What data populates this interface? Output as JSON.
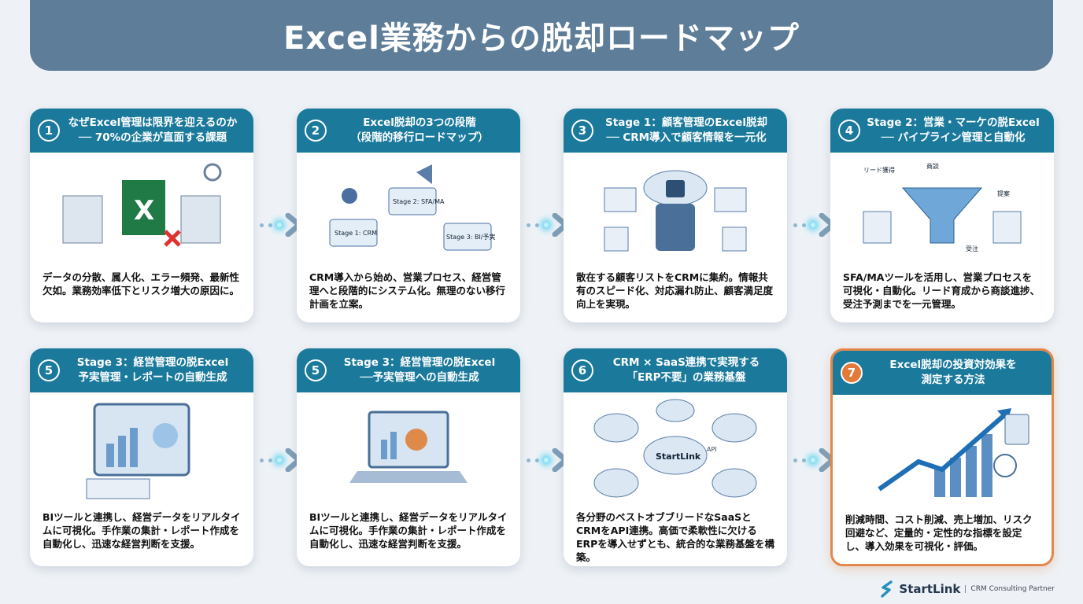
{
  "title": "Excel業務からの脱却ロードマップ",
  "cards": [
    {
      "num": "1",
      "line1": "なぜExcel管理は限界を迎えるのか",
      "line2": "── 70%の企業が直面する課題",
      "desc": "データの分散、属人化、エラー頻発、最新性欠如。業務効率低下とリスク増大の原因に。",
      "labels": [
        "X"
      ]
    },
    {
      "num": "2",
      "line1": "Excel脱却の3つの段階",
      "line2": "（段階的移行ロードマップ）",
      "desc": "CRM導入から始め、営業プロセス、経営管理へと段階的にシステム化。無理のない移行計画を立案。",
      "labels": [
        "Stage 1: CRM",
        "Stage 2: SFA/MA",
        "Stage 3: BI/予実"
      ]
    },
    {
      "num": "3",
      "line1": "Stage 1：顧客管理のExcel脱却",
      "line2": "── CRM導入で顧客情報を一元化",
      "desc": "散在する顧客リストをCRMに集約。情報共有のスピード化、対応漏れ防止、顧客満足度向上を実現。"
    },
    {
      "num": "4",
      "line1": "Stage 2：営業・マーケの脱Excel",
      "line2": "── パイプライン管理と自動化",
      "desc": "SFA/MAツールを活用し、営業プロセスを可視化・自動化。リード育成から商談進捗、受注予測までを一元管理。",
      "labels": [
        "リード獲得",
        "商談",
        "提案",
        "受注"
      ]
    },
    {
      "num": "5",
      "line1": "Stage 3：経営管理の脱Excel",
      "line2": "予実管理・レポートの自動生成",
      "desc": "BIツールと連携し、経営データをリアルタイムに可視化。手作業の集計・レポート作成を自動化し、迅速な経営判断を支援。"
    },
    {
      "num": "5",
      "line1": "Stage 3：経営管理の脱Excel",
      "line2": "──予実管理への自動生成",
      "desc": "BIツールと連携し、経営データをリアルタイムに可視化。手作業の集計・レポート作成を自動化し、迅速な経営判断を支援。"
    },
    {
      "num": "6",
      "line1": "CRM × SaaS連携で実現する",
      "line2": "「ERP不要」の業務基盤",
      "desc": "各分野のベストオブブリードなSaaSとCRMをAPI連携。高価で柔軟性に欠けるERPを導入せずとも、統合的な業務基盤を構築。",
      "labels": [
        "StartLink",
        "API"
      ]
    },
    {
      "num": "7",
      "line1": "Excel脱却の投資対効果を",
      "line2": "測定する方法",
      "desc": "削減時間、コスト削減、売上増加、リスク回避など、定量的・定性的な指標を設定し、導入効果を可視化・評価。"
    }
  ],
  "footer": {
    "brand": "StartLink",
    "tagline": "CRM Consulting Partner"
  },
  "colors": {
    "header": "#1b7a9c",
    "title_bar": "#5e7d99",
    "highlight": "#e2874a"
  }
}
